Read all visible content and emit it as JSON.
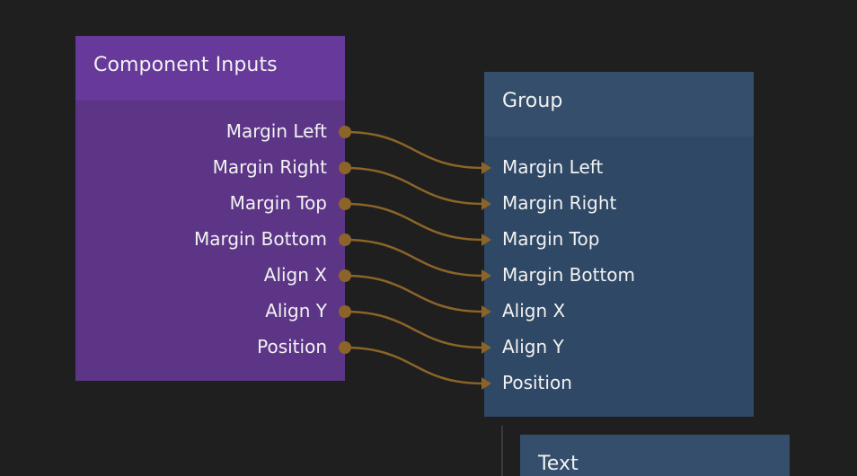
{
  "colors": {
    "background": "#1f1f1f",
    "component_inputs_node": "#5d3587",
    "group_node": "#2e4865",
    "connection": "#8c6428",
    "text": "#f2f2f2"
  },
  "nodes": {
    "component_inputs": {
      "title": "Component Inputs",
      "outputs": [
        "Margin Left",
        "Margin Right",
        "Margin Top",
        "Margin Bottom",
        "Align X",
        "Align Y",
        "Position"
      ]
    },
    "group": {
      "title": "Group",
      "inputs": [
        "Margin Left",
        "Margin Right",
        "Margin Top",
        "Margin Bottom",
        "Align X",
        "Align Y",
        "Position"
      ]
    },
    "text": {
      "title": "Text"
    }
  },
  "connections": [
    {
      "from": "Margin Left",
      "to": "Margin Left"
    },
    {
      "from": "Margin Right",
      "to": "Margin Right"
    },
    {
      "from": "Margin Top",
      "to": "Margin Top"
    },
    {
      "from": "Margin Bottom",
      "to": "Margin Bottom"
    },
    {
      "from": "Align X",
      "to": "Align X"
    },
    {
      "from": "Align Y",
      "to": "Align Y"
    },
    {
      "from": "Position",
      "to": "Position"
    }
  ]
}
